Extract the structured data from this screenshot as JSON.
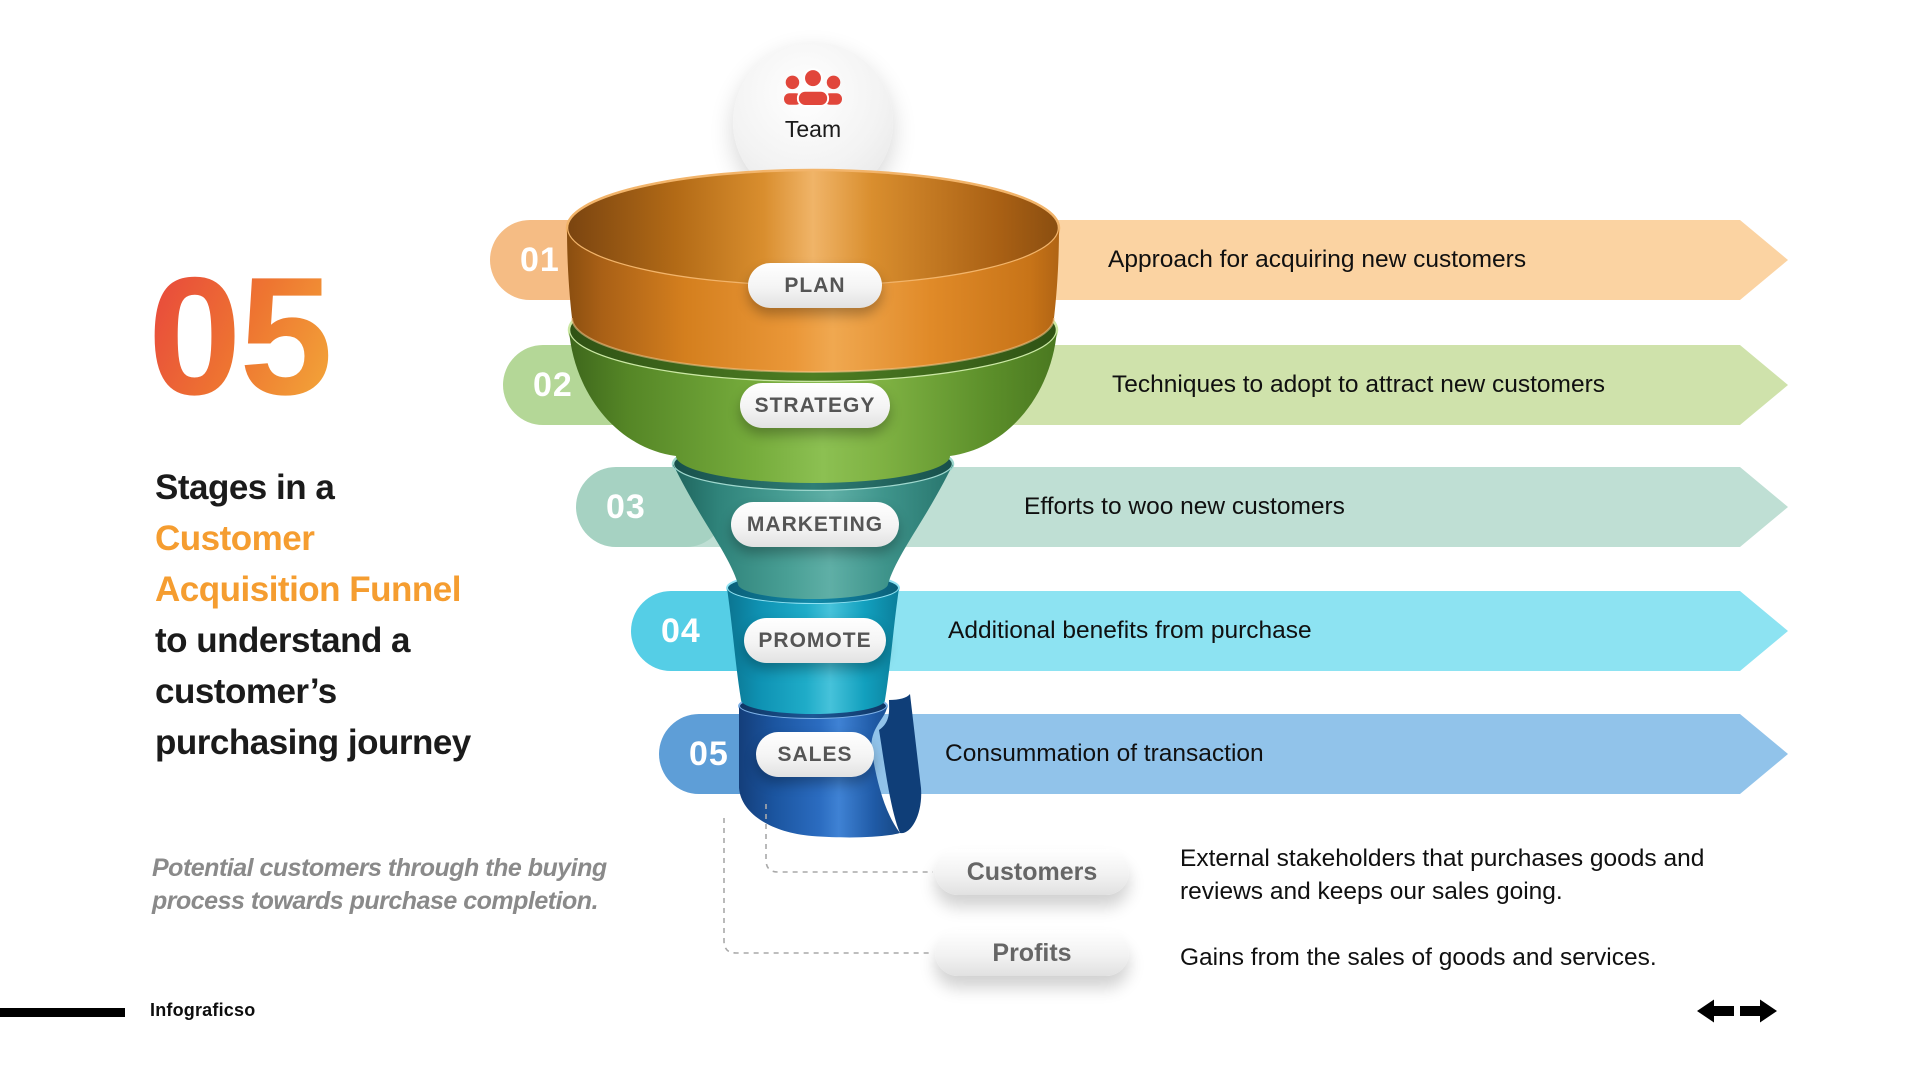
{
  "left_panel": {
    "big_number": "05",
    "accent_color": "#f59d30",
    "title_lines": {
      "l1": "Stages in a",
      "l2": "Customer",
      "l3": "Acquisition Funnel",
      "l4": "to understand a",
      "l5": "customer’s",
      "l6": "purchasing journey"
    },
    "subtitle": "Potential customers through the buying process towards purchase completion."
  },
  "funnel": {
    "top_label": "Team",
    "team_icon_color": "#e1463b",
    "stages": [
      {
        "number": "01",
        "label": "PLAN",
        "description": "Approach for acquiring new customers",
        "cap_color": "#f5bc84",
        "banner_color": "#fbd3a2",
        "funnel_color": "#e8912c"
      },
      {
        "number": "02",
        "label": "STRATEGY",
        "description": "Techniques to adopt to attract new customers",
        "cap_color": "#b4d797",
        "banner_color": "#cfe2ab",
        "funnel_color": "#7cb043"
      },
      {
        "number": "03",
        "label": "MARKETING",
        "description": "Efforts to woo new customers",
        "cap_color": "#a6d2c2",
        "banner_color": "#bfdfd4",
        "funnel_color": "#46a097"
      },
      {
        "number": "04",
        "label": "PROMOTE",
        "description": "Additional benefits from purchase",
        "cap_color": "#55cee6",
        "banner_color": "#8de3f2",
        "funnel_color": "#18a8c6"
      },
      {
        "number": "05",
        "label": "SALES",
        "description": "Consummation of transaction",
        "cap_color": "#5e9ed7",
        "banner_color": "#91c3ea",
        "funnel_color": "#2a67b2"
      }
    ]
  },
  "outcomes": [
    {
      "label": "Customers",
      "description": "External stakeholders that purchases goods and reviews and keeps our sales going."
    },
    {
      "label": "Profits",
      "description": "Gains from the sales of goods and services."
    }
  ],
  "footer": {
    "brand": "Infograficso"
  }
}
